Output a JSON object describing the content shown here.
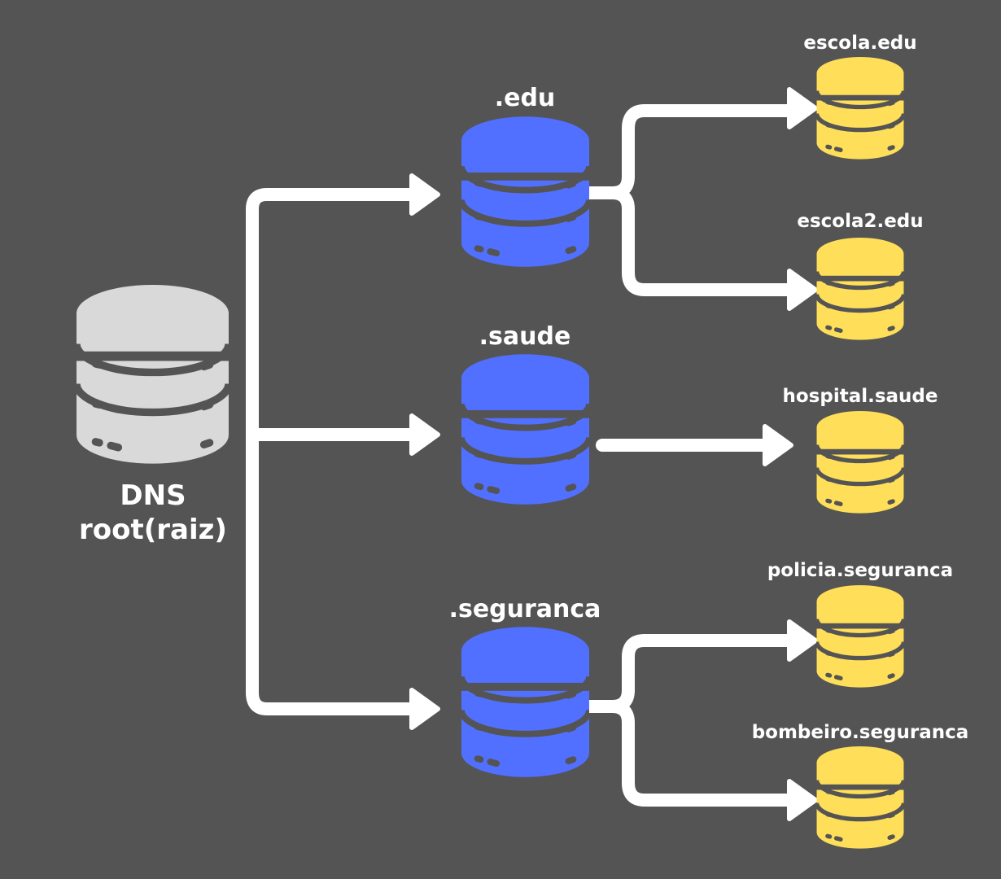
{
  "colors": {
    "background": "#545454",
    "connector": "#ffffff",
    "root_server": "#d9d9d9",
    "tld_server": "#5170ff",
    "leaf_server": "#ffde59",
    "server_detail": "#545454"
  },
  "root": {
    "label_line1": "DNS",
    "label_line2": "root(raiz)",
    "icon": "database-icon"
  },
  "tlds": [
    {
      "label": ".edu",
      "icon": "database-icon",
      "children": [
        {
          "label": "escola.edu",
          "icon": "database-icon"
        },
        {
          "label": "escola2.edu",
          "icon": "database-icon"
        }
      ]
    },
    {
      "label": ".saude",
      "icon": "database-icon",
      "children": [
        {
          "label": "hospital.saude",
          "icon": "database-icon"
        }
      ]
    },
    {
      "label": ".seguranca",
      "icon": "database-icon",
      "children": [
        {
          "label": "policia.seguranca",
          "icon": "database-icon"
        },
        {
          "label": "bombeiro.seguranca",
          "icon": "database-icon"
        }
      ]
    }
  ]
}
